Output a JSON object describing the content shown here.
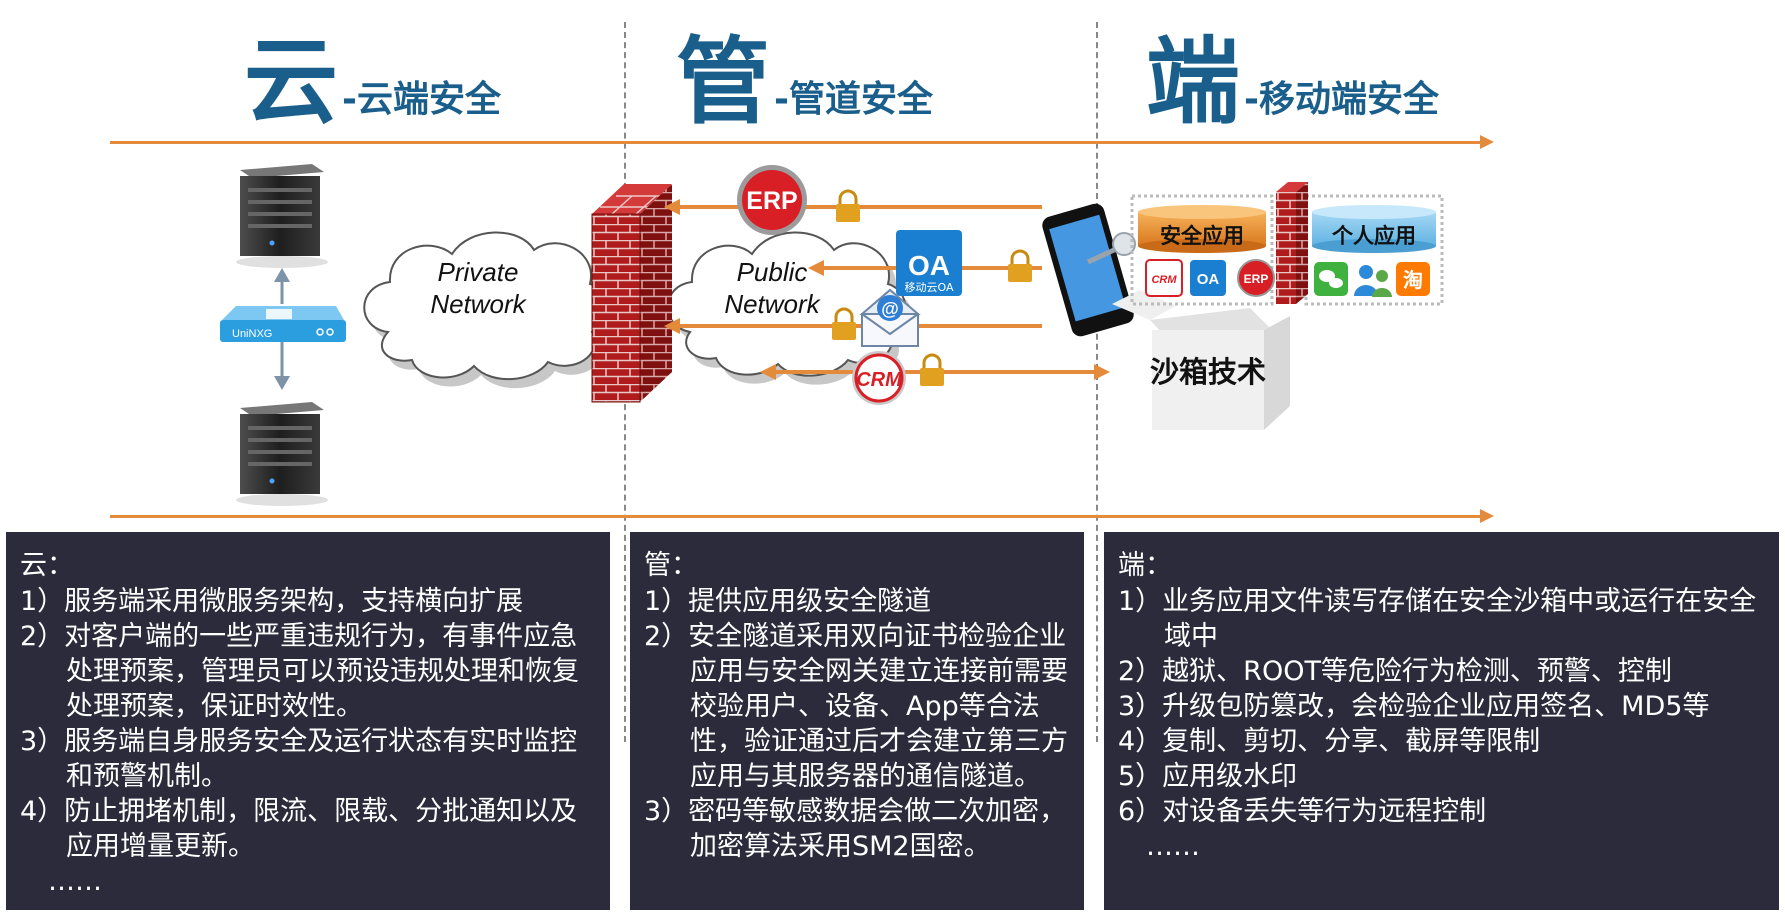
{
  "columns": [
    {
      "big": "云",
      "sub": "-云端安全",
      "panel_title": "云：",
      "items": [
        "1）服务端采用微服务架构，支持横向扩展",
        "2）对客户端的一些严重违规行为，有事件应急处理预案，管理员可以预设违规处理和恢复处理预案，保证时效性。",
        "3）服务端自身服务安全及运行状态有实时监控和预警机制。",
        "4）防止拥堵机制，限流、限载、分批通知以及应用增量更新。"
      ],
      "more": "……"
    },
    {
      "big": "管",
      "sub": "-管道安全",
      "panel_title": "管：",
      "items": [
        "1）提供应用级安全隧道",
        "2）安全隧道采用双向证书检验企业应用与安全网关建立连接前需要校验用户、设备、App等合法性，验证通过后才会建立第三方应用与其服务器的通信隧道。",
        "3）密码等敏感数据会做二次加密，加密算法采用SM2国密。"
      ],
      "more": ""
    },
    {
      "big": "端",
      "sub": "-移动端安全",
      "panel_title": "端：",
      "items": [
        "1）业务应用文件读写存储在安全沙箱中或运行在安全域中",
        "2）越狱、ROOT等危险行为检测、预警、控制",
        "3）升级包防篡改，会检验企业应用签名、MD5等",
        "4）复制、剪切、分享、截屏等限制",
        "5）应用级水印",
        "6）对设备丢失等行为远程控制"
      ],
      "more": "……"
    }
  ],
  "diagram": {
    "gateway_label": "UniNXG",
    "private_cloud": [
      "Private",
      "Network"
    ],
    "public_cloud": [
      "Public",
      "Network"
    ],
    "erp_badge": "ERP",
    "oa_badge": "OA",
    "oa_caption": "移动云OA",
    "email_symbol": "@",
    "crm_badge": "CRM",
    "secure_app_label": "安全应用",
    "personal_app_label": "个人应用",
    "small_crm": "CRM",
    "small_oa": "OA",
    "small_erp": "ERP",
    "taobao": "淘",
    "sandbox_label": "沙箱技术"
  },
  "colors": {
    "title_blue": "#1a5e8c",
    "arrow_orange": "#e48a3b",
    "panel_bg": "#2b2b3b",
    "brick_red": "#b01c1c"
  }
}
